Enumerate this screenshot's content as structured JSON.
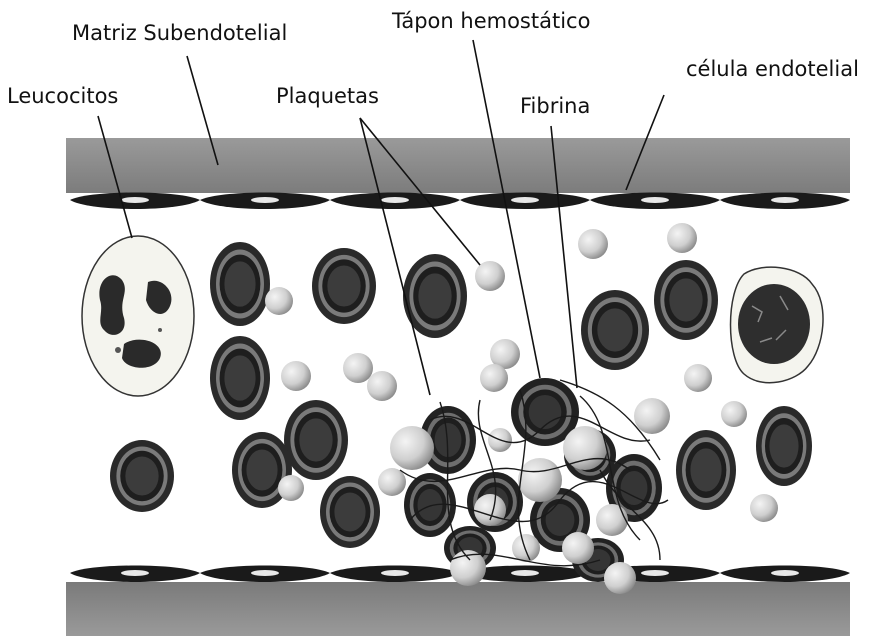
{
  "labels": {
    "matriz": "Matriz Subendotelial",
    "tapon": "Tápon hemostático",
    "celula": "célula endotelial",
    "leucocitos": "Leucocitos",
    "plaquetas": "Plaquetas",
    "fibrina": "Fibrina"
  },
  "colors": {
    "matrix": "#8f8f8f",
    "endothelium": "#1a1a1a",
    "rbc_rim": "#2a2a2a",
    "rbc_center": "#3d3d3d",
    "platelet": "#d8d8d8",
    "leukocyte_fill": "#f4f4ee"
  },
  "icons": [
    "leukocyte-icon",
    "red-blood-cell-icon",
    "platelet-icon",
    "fibrin-strand-icon"
  ]
}
